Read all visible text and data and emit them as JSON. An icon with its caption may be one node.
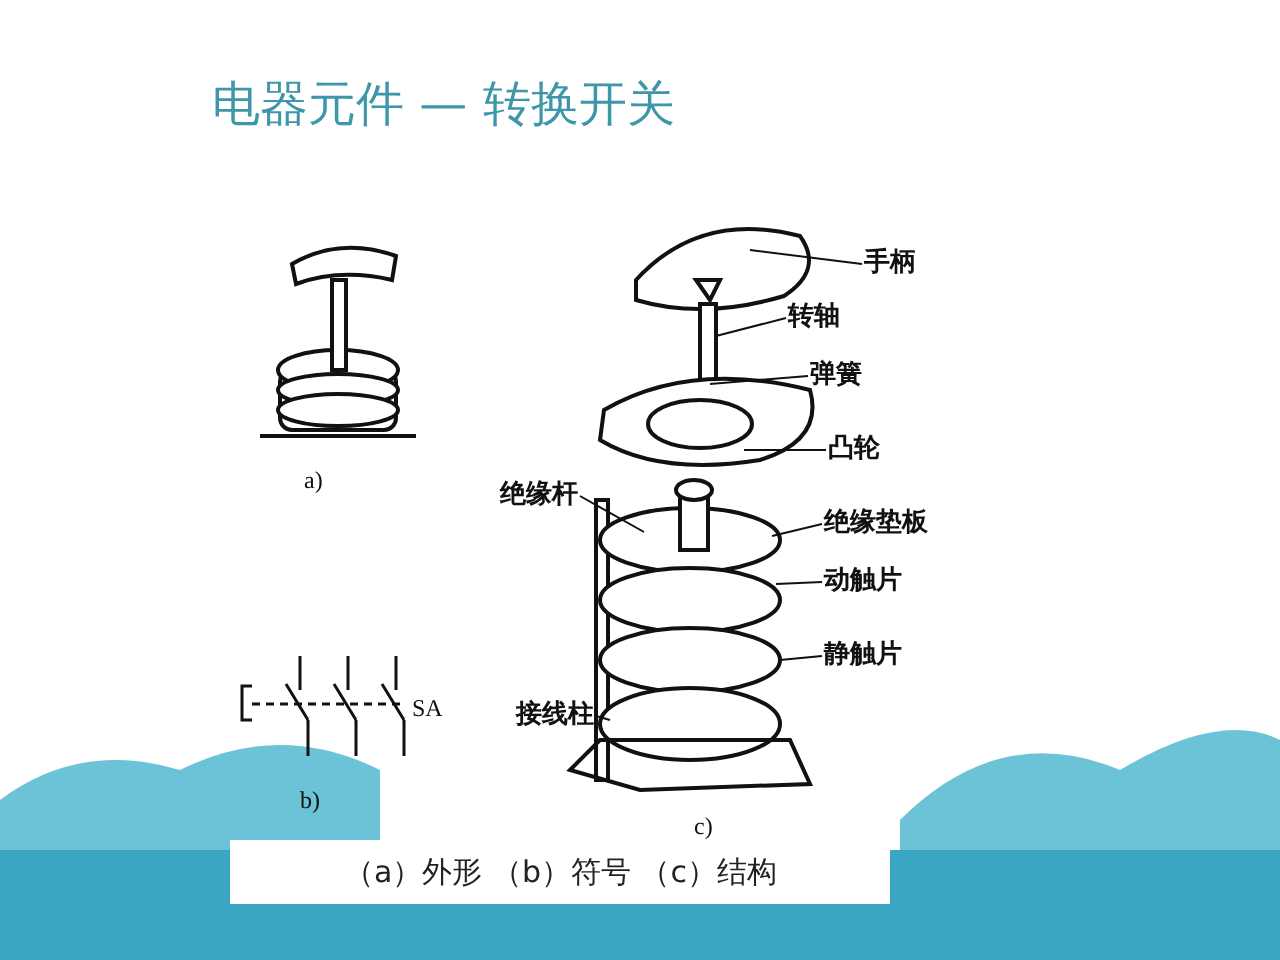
{
  "diagram": {
    "title": "电器元件 — 转换开关",
    "caption": "（a）外形 （b）符号 （c）结构",
    "nodes": [
      {
        "text": [
          "手柄"
        ]
      },
      {
        "text": [
          "转轴"
        ]
      },
      {
        "text": [
          "弹簧"
        ]
      },
      {
        "text": [
          "凸轮"
        ]
      },
      {
        "text": [
          "绝缘杆"
        ]
      },
      {
        "text": [
          "绝缘垫板"
        ]
      },
      {
        "text": [
          "动触片"
        ]
      },
      {
        "text": [
          "静触片"
        ]
      },
      {
        "text": [
          "接线柱"
        ]
      }
    ],
    "edges": [
      {
        "from": 0,
        "to": null,
        "arrow": "none"
      },
      {
        "from": 1,
        "to": null,
        "arrow": "none"
      },
      {
        "from": 2,
        "to": null,
        "arrow": "none"
      },
      {
        "from": 3,
        "to": null,
        "arrow": "none"
      },
      {
        "from": 4,
        "to": null,
        "arrow": "none"
      },
      {
        "from": 5,
        "to": null,
        "arrow": "none"
      },
      {
        "from": 6,
        "to": null,
        "arrow": "none"
      },
      {
        "from": 7,
        "to": null,
        "arrow": "none"
      },
      {
        "from": 8,
        "to": null,
        "arrow": "none"
      }
    ],
    "labels": [
      "a)",
      "SA",
      "b)",
      "c)"
    ]
  }
}
